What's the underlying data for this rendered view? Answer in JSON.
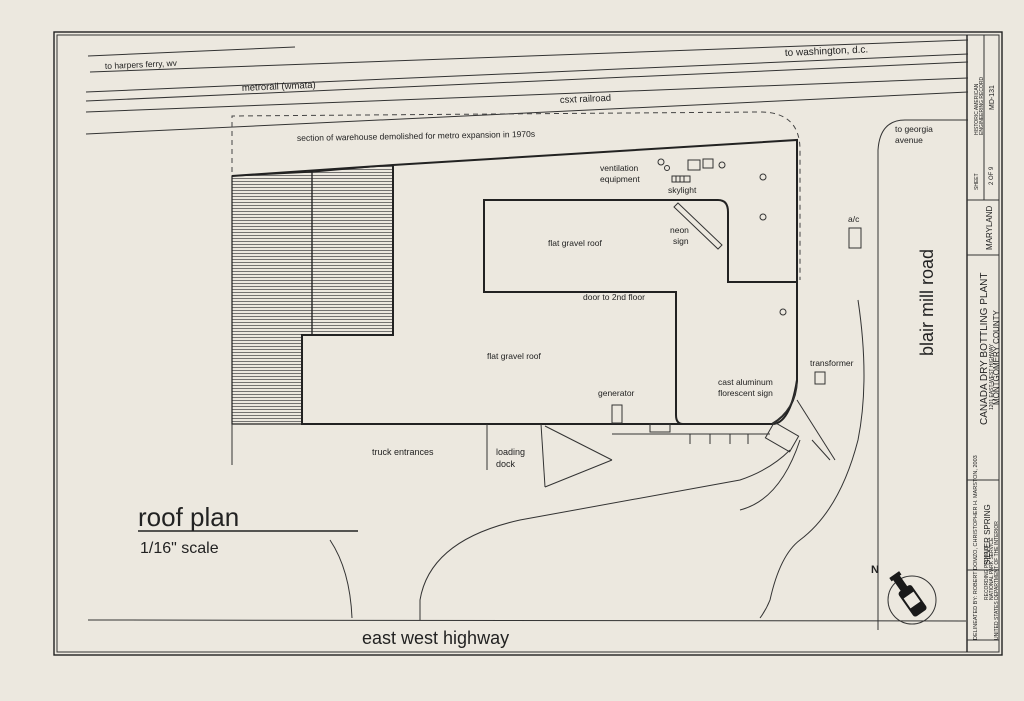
{
  "drawing": {
    "title": "roof plan",
    "scale": "1/16\" scale"
  },
  "labels": {
    "harpers_ferry": "to harpers ferry, wv",
    "washington": "to washington, d.c.",
    "metrorail": "metrorail (wmata)",
    "csxt": "csxt railroad",
    "demolished": "section of warehouse demolished for metro expansion in 1970s",
    "ventilation_1": "ventilation",
    "ventilation_2": "equipment",
    "skylight": "skylight",
    "flat_gravel_upper": "flat gravel roof",
    "neon_1": "neon",
    "neon_2": "sign",
    "door": "door to 2nd floor",
    "flat_gravel_lower": "flat gravel roof",
    "generator": "generator",
    "cast_1": "cast aluminum",
    "cast_2": "florescent sign",
    "transformer": "transformer",
    "ac": "a/c",
    "georgia_1": "to georgia",
    "georgia_2": "avenue",
    "blair_mill": "blair mill road",
    "truck": "truck entrances",
    "loading_1": "loading",
    "loading_2": "dock",
    "east_west": "east west highway"
  },
  "title_block": {
    "project": "CANADA DRY BOTTLING PLANT",
    "address": "1201 EAST-WEST HIGHWAY",
    "county": "MONTGOMERY COUNTY",
    "city": "SILVER SPRING",
    "state": "MARYLAND",
    "sheet_label": "SHEET",
    "sheet": "2 OF 9",
    "survey_1": "HISTORIC AMERICAN",
    "survey_2": "ENGINEERING RECORD",
    "record_no": "MD-131",
    "delineated": "DELINEATED BY: ROBERT DOMZO, CHRISTOPHER H. MARSTON, 2003",
    "agency_1": "RECORDING PROJECT",
    "agency_2": "NATIONAL PARK SERVICE",
    "agency_3": "UNITED STATES DEPARTMENT OF THE INTERIOR"
  },
  "north_arrow": {
    "letter": "N"
  }
}
